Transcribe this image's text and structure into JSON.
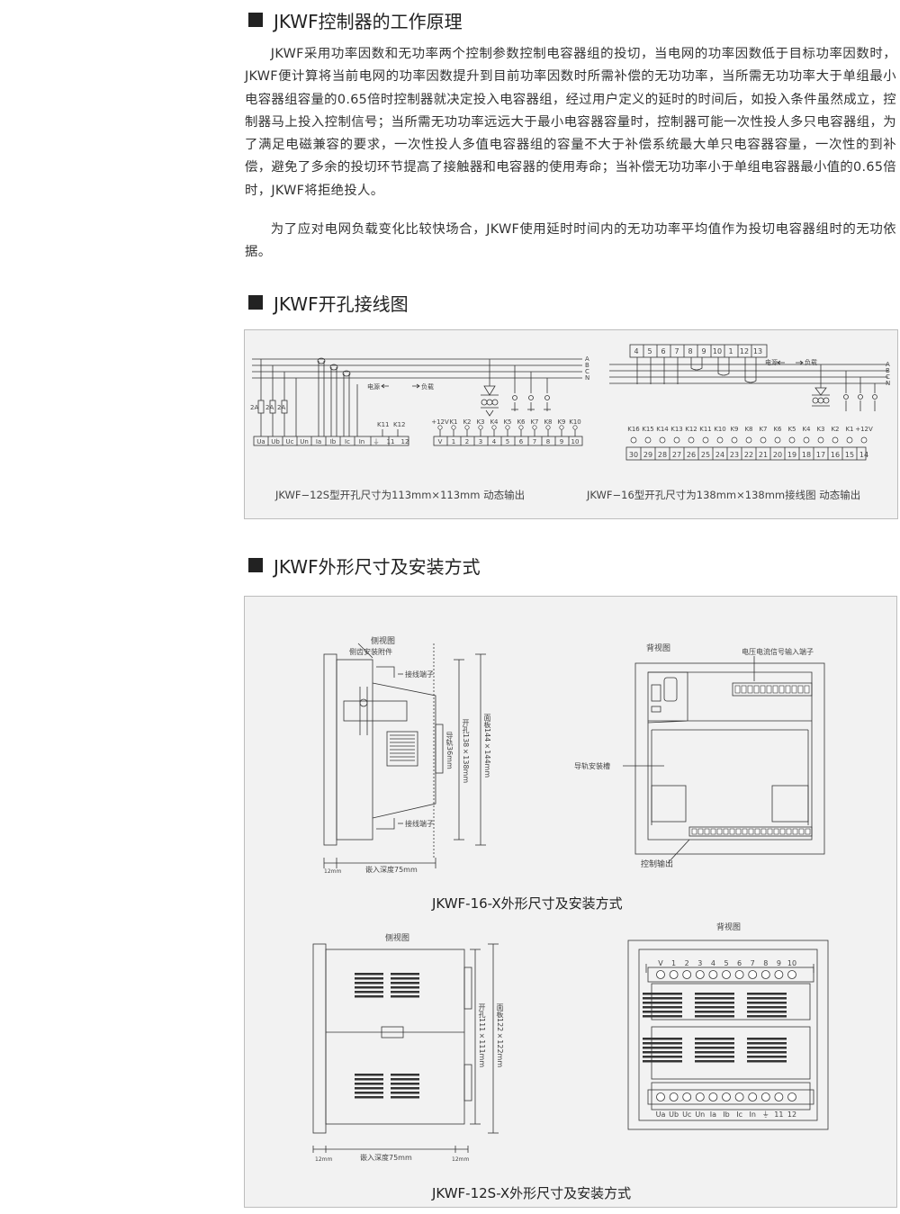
{
  "sections": {
    "principle": {
      "title": "JKWF控制器的工作原理",
      "para1": "JKWF采用功率因数和无功率两个控制参数控制电容器组的投切，当电网的功率因数低于目标功率因数时，JKWF便计算将当前电网的功率因数提升到目前功率因数时所需补偿的无功功率，当所需无功功率大于单组最小电容器组容量的0.65倍时控制器就决定投入电容器组，经过用户定义的延时的时间后，如投入条件虽然成立，控制器马上投入控制信号；当所需无功功率远远大于最小电容器容量时，控制器可能一次性投人多只电容器组，为了满足电磁兼容的要求，一次性投人多值电容器组的容量不大于补偿系统最大单只电容器容量，一次性的到补偿，避免了多余的投切环节提高了接触器和电容器的使用寿命；当补偿无功功率小于单组电容器最小值的0.65倍时，JKWF将拒绝投人。",
      "para2": "为了应对电网负载变化比较快场合，JKWF使用延时时间内的无功功率平均值作为投切电容器组时的无功依据。"
    },
    "wiring": {
      "title": "JKWF开孔接线图",
      "caption_left": "JKWF−12S型开孔尺寸为113mm×113mm  动态输出",
      "caption_right": "JKWF−16型开孔尺寸为138mm×138mm接线图  动态输出",
      "left": {
        "phase_labels": [
          "A",
          "B",
          "C",
          "N"
        ],
        "fuse_labels": [
          "2A",
          "2A",
          "2A"
        ],
        "power_source": "电源",
        "load": "负载",
        "k_labels": [
          "K11",
          "K12"
        ],
        "input_terminals": [
          "Ua",
          "Ub",
          "Uc",
          "Un",
          "Ia",
          "Ib",
          "Ic",
          "In",
          "⏚",
          "11",
          "12"
        ],
        "output_top": [
          "+12V",
          "K1",
          "K2",
          "K3",
          "K4",
          "K5",
          "K6",
          "K7",
          "K8",
          "K9",
          "K10"
        ],
        "output_bottom": [
          "V",
          "1",
          "2",
          "3",
          "4",
          "5",
          "6",
          "7",
          "8",
          "9",
          "10"
        ]
      },
      "right": {
        "top_terminals": [
          "4",
          "5",
          "6",
          "7",
          "8",
          "9",
          "10",
          "1",
          "12",
          "13"
        ],
        "power_source": "电源",
        "load": "负载",
        "phase_labels": [
          "A",
          "B",
          "C",
          "N"
        ],
        "k_labels": [
          "K16",
          "K15",
          "K14",
          "K13",
          "K12",
          "K11",
          "K10",
          "K9",
          "K8",
          "K7",
          "K6",
          "K5",
          "K4",
          "K3",
          "K2",
          "K1",
          "+12V"
        ],
        "bottom_terminals": [
          "30",
          "29",
          "28",
          "27",
          "26",
          "25",
          "24",
          "23",
          "22",
          "21",
          "20",
          "19",
          "18",
          "17",
          "16",
          "15",
          "14"
        ]
      }
    },
    "dimensions": {
      "title": "JKWF外形尺寸及安装方式",
      "model16": {
        "side_view": "侧视图",
        "side_bracket": "侧齿安装附件",
        "terminal_top": "接线端子",
        "terminal_bottom": "接线端子",
        "rail": "导轨36mm",
        "cutout": "开孔138×138mm",
        "panel": "面板144×144mm",
        "depth": "嵌入深度75mm",
        "thick": "12mm",
        "back_view": "背视图",
        "signal_input": "电压电流信号输入端子",
        "rail_slot": "导轨安装槽",
        "control_output": "控制输出",
        "caption": "JKWF-16-X外形尺寸及安装方式"
      },
      "model12": {
        "side_view": "侧视图",
        "cutout": "开孔111×111mm",
        "panel": "面板122×122mm",
        "depth": "嵌入深度75mm",
        "thick_left": "12mm",
        "thick_right": "12mm",
        "back_view": "背视图",
        "top_terminals": [
          "V",
          "1",
          "2",
          "3",
          "4",
          "5",
          "6",
          "7",
          "8",
          "9",
          "10"
        ],
        "bottom_terminals": [
          "Ua",
          "Ub",
          "Uc",
          "Un",
          "Ia",
          "Ib",
          "Ic",
          "In",
          "⏚",
          "11",
          "12"
        ],
        "caption": "JKWF-12S-X外形尺寸及安装方式"
      }
    }
  }
}
